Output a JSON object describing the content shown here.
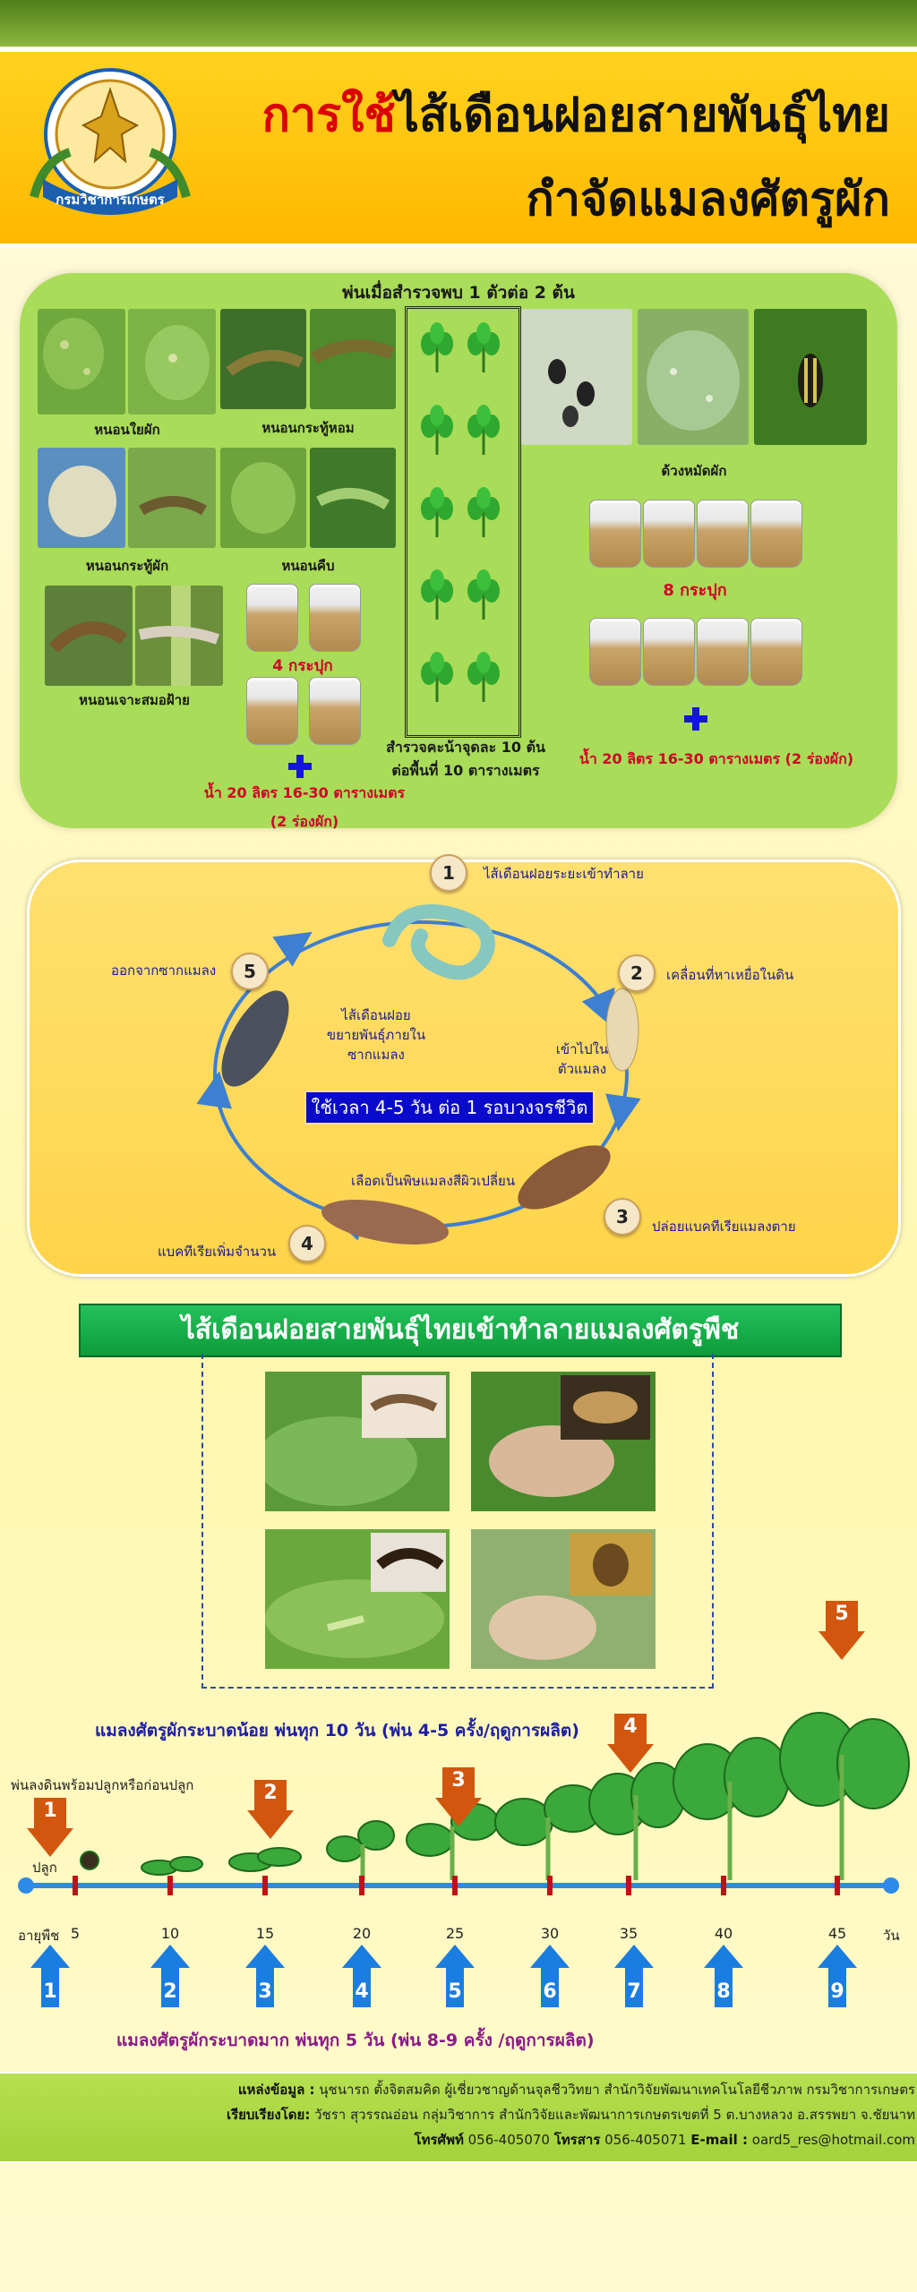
{
  "header": {
    "title_highlight": "การใช้",
    "title_line1_rest": "ไส้เดือนฝอยสายพันธุ์ไทย",
    "title_line2": "กำจัดแมลงศัตรูผัก",
    "logo_text": "กรมวิชาการเกษตร"
  },
  "pests": {
    "heading": "พ่นเมื่อสำรวจพบ 1 ตัวต่อ 2 ต้น",
    "left_labels": [
      "หนอนใยผัก",
      "หนอนกระทู้หอม",
      "หนอนกระทู้ผัก",
      "หนอนคืบ",
      "หนอนเจาะสมอฝ้าย"
    ],
    "right_label": "ด้วงหมัดผัก",
    "left_cups": "4 กระปุก",
    "right_cups": "8 กระปุก",
    "left_water_line1": "น้ำ 20 ลิตร 16-30 ตารางเมตร",
    "left_water_line2": "(2 ร่องผัก)",
    "right_water": "น้ำ 20 ลิตร 16-30 ตารางเมตร (2 ร่องผัก)",
    "survey_line1": "สำรวจคะน้าจุดละ 10 ต้น",
    "survey_line2": "ต่อพื้นที่ 10 ตารางเมตร"
  },
  "lifecycle": {
    "steps": [
      {
        "num": "1",
        "label": "ไส้เดือนฝอยระยะเข้าทำลาย"
      },
      {
        "num": "2",
        "label": "เคลื่อนที่หาเหยื่อในดิน"
      },
      {
        "num": "3",
        "label": "ปล่อยแบคทีเรียแมลงตาย"
      },
      {
        "num": "4",
        "label": "แบคทีเรียเพิ่มจำนวน"
      },
      {
        "num": "5",
        "label": "ออกจากซากแมลง"
      }
    ],
    "inner_enter_1": "เข้าไปใน",
    "inner_enter_2": "ตัวแมลง",
    "inner_breed_1": "ไส้เดือนฝอย",
    "inner_breed_2": "ขยายพันธุ์ภายใน",
    "inner_breed_3": "ซากแมลง",
    "inner_blood": "เลือดเป็นพิษแมลงสีผิวเปลี่ยน",
    "duration": "ใช้เวลา 4-5 วัน ต่อ 1 รอบวงจรชีวิต"
  },
  "attack": {
    "banner": "ไส้เดือนฝอยสายพันธุ์ไทยเข้าทำลายแมลงศัตรูพืช"
  },
  "schedule": {
    "low_outbreak": "แมลงศัตรูผักระบาดน้อย พ่นทุก 10 วัน (พ่น 4-5 ครั้ง/ฤดูการผลิต)",
    "high_outbreak": "แมลงศัตรูผักระบาดมาก พ่นทุก 5 วัน (พ่น 8-9 ครั้ง /ฤดูการผลิต)",
    "soil_note": "พ่นลงดินพร้อมปลูกหรือก่อนปลูก",
    "plant_label": "ปลูก",
    "age_label": "อายุพืช",
    "day_unit": "วัน",
    "days": [
      "5",
      "10",
      "15",
      "20",
      "25",
      "30",
      "35",
      "40",
      "45"
    ],
    "top_arrows": [
      "1",
      "2",
      "3",
      "4",
      "5"
    ],
    "bottom_arrows": [
      "1",
      "2",
      "3",
      "4",
      "5",
      "6",
      "7",
      "8",
      "9"
    ]
  },
  "footer": {
    "source_label": "แหล่งข้อมูล :",
    "source_text": "นุชนารถ ตั้งจิตสมคิด ผู้เชี่ยวชาญด้านจุลชีววิทยา สำนักวิจัยพัฒนาเทคโนโลยีชีวภาพ กรมวิชาการเกษตร",
    "compiled_label": "เรียบเรียงโดย:",
    "compiled_text": "วัชรา สุวรรณอ่อน กลุ่มวิชาการ สำนักวิจัยและพัฒนาการเกษตรเขตที่ 5 ต.บางหลวง อ.สรรพยา จ.ชัยนาท",
    "phone_label": "โทรศัพท์",
    "phone": "056-405070",
    "fax_label": "โทรสาร",
    "fax": "056-405071",
    "email_label": "E-mail :",
    "email": "oard5_res@hotmail.com"
  },
  "colors": {
    "header_bg": "#ffc20e",
    "panel_green": "#a9dc58",
    "lifecycle_bg": "#ffd44a",
    "timeline_blue": "#2e8ae8",
    "arrow_orange": "#d2560e",
    "arrow_blue": "#1a7de0",
    "title_red": "#d90000"
  }
}
